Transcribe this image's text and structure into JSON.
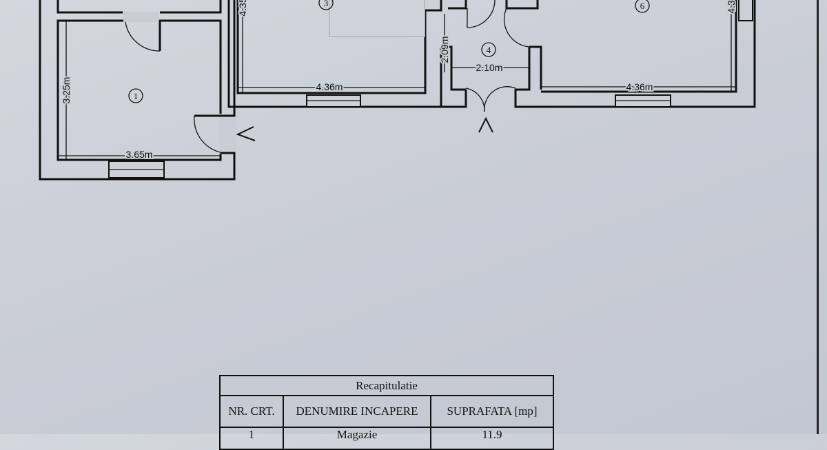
{
  "plan": {
    "rooms": [
      {
        "number": "1",
        "width": "3.65m",
        "height": "3.25m"
      },
      {
        "number": "3",
        "width": "4.36m",
        "height": "4.35"
      },
      {
        "number": "4",
        "width": "2.10m",
        "height": "2.09m"
      },
      {
        "number": "6",
        "width": "4.36m",
        "height": "4.3"
      }
    ]
  },
  "table": {
    "title": "Recapitulatie",
    "headers": [
      "NR. CRT.",
      "DENUMIRE INCAPERE",
      "SUPRAFATA [mp]"
    ],
    "rows": [
      [
        "1",
        "Magazie",
        "11.9"
      ]
    ]
  }
}
